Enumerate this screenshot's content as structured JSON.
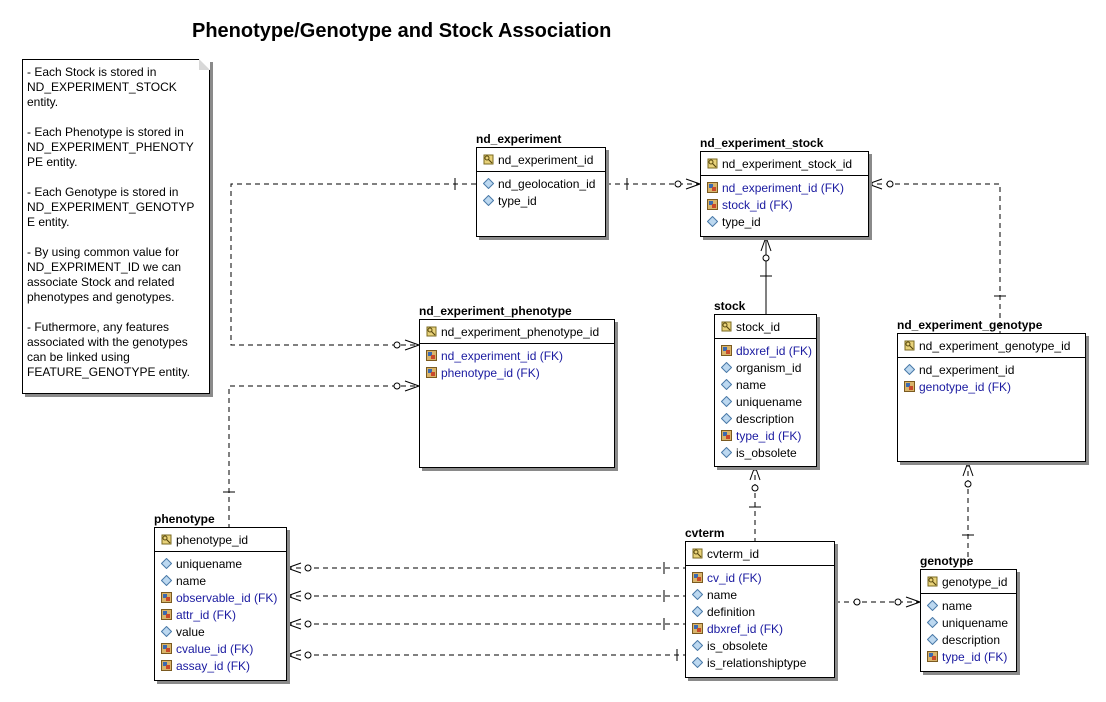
{
  "title": "Phenotype/Genotype and Stock Association",
  "note": [
    "- Each Stock is stored in\nND_EXPERIMENT_STOCK\nentity.",
    "- Each Phenotype is stored in\nND_EXPERIMENT_PHENOTY\nPE entity.",
    "- Each Genotype is stored in\nND_EXPERIMENT_GENOTYP\nE entity.",
    " - By using common value for\nND_EXPRIMENT_ID we can\nassociate Stock and related\nphenotypes and genotypes.",
    " - Futhermore, any features\nassociated with the genotypes\ncan be linked using\nFEATURE_GENOTYPE entity."
  ],
  "entities": {
    "nd_experiment": {
      "name": "nd_experiment",
      "pk": "nd_experiment_id",
      "attrs": [
        {
          "label": "nd_geolocation_id",
          "fk": false
        },
        {
          "label": "type_id",
          "fk": false
        }
      ]
    },
    "nd_experiment_stock": {
      "name": "nd_experiment_stock",
      "pk": "nd_experiment_stock_id",
      "attrs": [
        {
          "label": "nd_experiment_id (FK)",
          "fk": true
        },
        {
          "label": "stock_id (FK)",
          "fk": true
        },
        {
          "label": "type_id",
          "fk": false
        }
      ]
    },
    "nd_experiment_phenotype": {
      "name": "nd_experiment_phenotype",
      "pk": "nd_experiment_phenotype_id",
      "attrs": [
        {
          "label": "nd_experiment_id (FK)",
          "fk": true
        },
        {
          "label": "phenotype_id (FK)",
          "fk": true
        }
      ]
    },
    "stock": {
      "name": "stock",
      "pk": "stock_id",
      "attrs": [
        {
          "label": "dbxref_id (FK)",
          "fk": true
        },
        {
          "label": "organism_id",
          "fk": false
        },
        {
          "label": "name",
          "fk": false
        },
        {
          "label": "uniquename",
          "fk": false
        },
        {
          "label": "description",
          "fk": false
        },
        {
          "label": "type_id (FK)",
          "fk": true
        },
        {
          "label": "is_obsolete",
          "fk": false
        }
      ]
    },
    "nd_experiment_genotype": {
      "name": "nd_experiment_genotype",
      "pk": "nd_experiment_genotype_id",
      "attrs": [
        {
          "label": "nd_experiment_id",
          "fk": false
        },
        {
          "label": "genotype_id (FK)",
          "fk": true
        }
      ]
    },
    "phenotype": {
      "name": "phenotype",
      "pk": "phenotype_id",
      "attrs": [
        {
          "label": "uniquename",
          "fk": false
        },
        {
          "label": "name",
          "fk": false
        },
        {
          "label": "observable_id (FK)",
          "fk": true
        },
        {
          "label": "attr_id (FK)",
          "fk": true
        },
        {
          "label": "value",
          "fk": false
        },
        {
          "label": "cvalue_id (FK)",
          "fk": true
        },
        {
          "label": "assay_id (FK)",
          "fk": true
        }
      ]
    },
    "cvterm": {
      "name": "cvterm",
      "pk": "cvterm_id",
      "attrs": [
        {
          "label": "cv_id (FK)",
          "fk": true
        },
        {
          "label": "name",
          "fk": false
        },
        {
          "label": "definition",
          "fk": false
        },
        {
          "label": "dbxref_id (FK)",
          "fk": true
        },
        {
          "label": "is_obsolete",
          "fk": false
        },
        {
          "label": "is_relationshiptype",
          "fk": false
        }
      ]
    },
    "genotype": {
      "name": "genotype",
      "pk": "genotype_id",
      "attrs": [
        {
          "label": "name",
          "fk": false
        },
        {
          "label": "uniquename",
          "fk": false
        },
        {
          "label": "description",
          "fk": false
        },
        {
          "label": "type_id (FK)",
          "fk": true
        }
      ]
    }
  },
  "colors": {
    "fk_text": "#1a1aa0",
    "shadow": "#8a8a8a",
    "line": "#000000"
  },
  "icons": {
    "primary_key": "key-icon",
    "attribute": "diamond-icon",
    "foreign_key": "fk-icon"
  }
}
